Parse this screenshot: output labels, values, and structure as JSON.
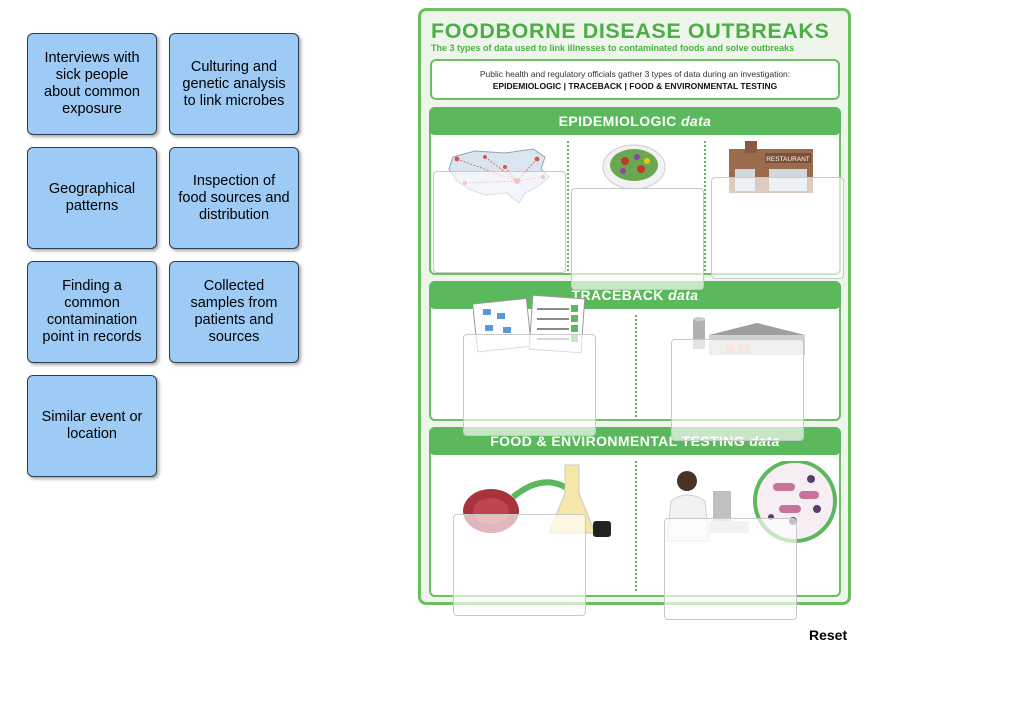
{
  "cards": [
    {
      "id": "interviews",
      "label": "Interviews with sick people about common exposure"
    },
    {
      "id": "culturing",
      "label": "Culturing and genetic analysis to link microbes"
    },
    {
      "id": "geographical",
      "label": "Geographical patterns"
    },
    {
      "id": "inspection",
      "label": "Inspection of food sources and distribution"
    },
    {
      "id": "finding",
      "label": "Finding a common contamination point in records"
    },
    {
      "id": "collected",
      "label": "Collected samples from patients and sources"
    },
    {
      "id": "similar",
      "label": "Similar event or location"
    }
  ],
  "poster": {
    "title": "FOODBORNE DISEASE OUTBREAKS",
    "subtitle": "The 3 types of data used to link illnesses to contaminated foods and solve outbreaks",
    "intro_line1": "Public health and regulatory officials gather 3 types of data during an investigation:",
    "intro_line2": "EPIDEMIOLOGIC | TRACEBACK | FOOD & ENVIRONMENTAL TESTING",
    "sections": [
      {
        "title": "EPIDEMIOLOGIC",
        "suffix": "data"
      },
      {
        "title": "TRACEBACK",
        "suffix": "data"
      },
      {
        "title": "FOOD & ENVIRONMENTAL TESTING",
        "suffix": "data"
      }
    ],
    "restaurant_sign": "RESTAURANT"
  },
  "reset_label": "Reset",
  "colors": {
    "card": "#9dcbf5",
    "accent": "#5cb85c",
    "title": "#4caf46"
  }
}
